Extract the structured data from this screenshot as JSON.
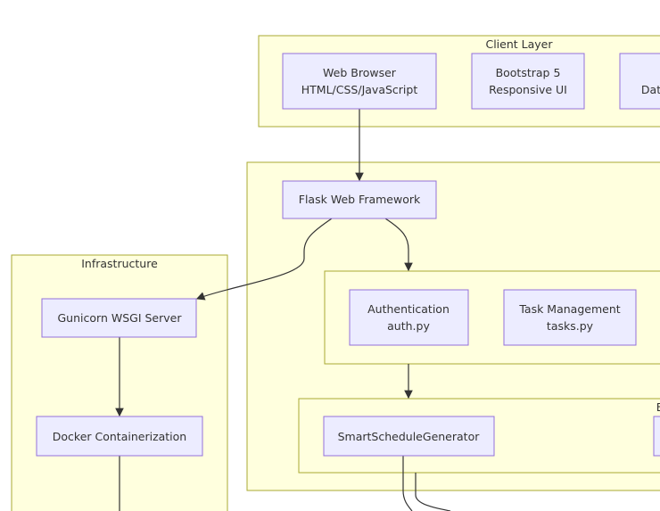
{
  "clusters": {
    "client": "Client Layer",
    "infrastructure": "Infrastructure",
    "backend_partial": "B"
  },
  "nodes": {
    "browser": [
      "Web Browser",
      "HTML/CSS/JavaScript"
    ],
    "bootstrap": [
      "Bootstrap 5",
      "Responsive UI"
    ],
    "data_partial": "Dat",
    "flask": "Flask Web Framework",
    "auth": [
      "Authentication",
      "auth.py"
    ],
    "tasks": [
      "Task Management",
      "tasks.py"
    ],
    "scheduler": "SmartScheduleGenerator",
    "gunicorn": "Gunicorn WSGI Server",
    "docker": "Docker Containerization"
  },
  "colors": {
    "cluster_fill": "#ffffde",
    "cluster_stroke": "#aaaa33",
    "node_fill": "#ececff",
    "node_stroke": "#9370db"
  }
}
